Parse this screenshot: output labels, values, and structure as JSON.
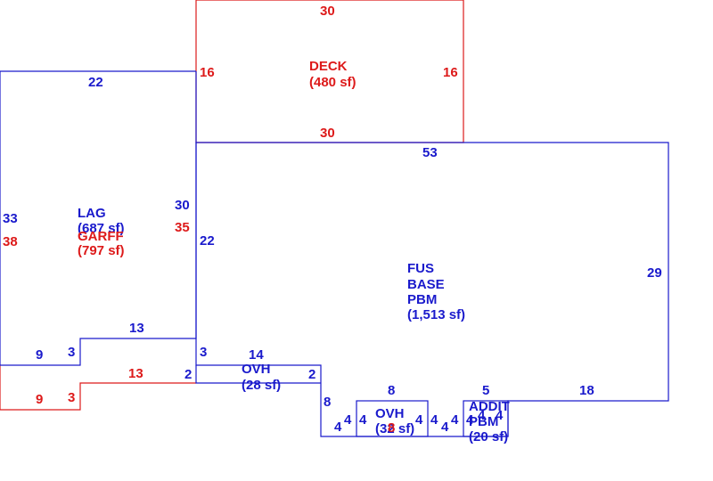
{
  "colors": {
    "blue": "#1a1acc",
    "red": "#dd1a1a"
  },
  "areas": {
    "deck": {
      "name": "DECK",
      "sf": "(480 sf)"
    },
    "lag": {
      "name": "LAG",
      "sf": "(687 sf)"
    },
    "garff": {
      "name": "GARFF",
      "sf": "(797 sf)"
    },
    "fus": {
      "line1": "FUS",
      "line2": "BASE",
      "line3": "PBM",
      "sf": "(1,513 sf)"
    },
    "ovh1": {
      "name": "OVH",
      "sf": "(28 sf)"
    },
    "ovh2": {
      "name": "OVH",
      "sf": "(32 sf)"
    },
    "addit": {
      "line1": "ADDIT",
      "line2": "PBM",
      "sf": "(20 sf)"
    }
  },
  "dims": {
    "deck_top": "30",
    "deck_left": "16",
    "deck_right": "16",
    "deck_bottom": "30",
    "lag_top": "22",
    "lag_left": "33",
    "garff_left": "38",
    "lag_right": "30",
    "garff_right": "35",
    "fus_left": "22",
    "fus_top": "53",
    "fus_right": "29",
    "lag_step": "13",
    "lag_step_v": "3",
    "lag_bottom": "9",
    "garff_step": "13",
    "garff_step_v": "3",
    "garff_bottom": "9",
    "fus_step_v": "3",
    "ovh_top": "14",
    "ovh_left": "2",
    "ovh_right": "2",
    "fus_8v": "8",
    "fus_bottom_18": "18",
    "ovh2_top": "8",
    "ovh2_bottom": "8",
    "addit_top": "5",
    "four_a": "4",
    "four_b": "4",
    "four_c": "4",
    "four_d": "4",
    "four_e": "4",
    "four_f": "4",
    "four_g": "4",
    "four_h": "4",
    "four_i": "4",
    "four_j": "4"
  }
}
